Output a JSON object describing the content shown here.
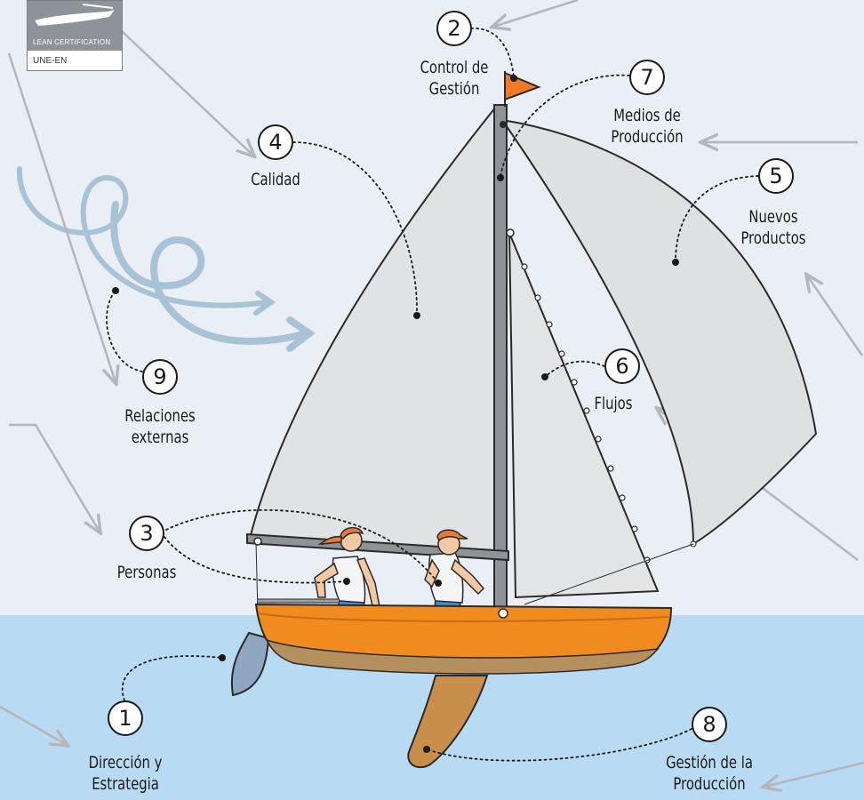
{
  "logo": {
    "certification_text": "LEAN CERTIFICATION",
    "standard_text": "UNE-EN"
  },
  "items": [
    {
      "number": "1",
      "label_lines": [
        "Dirección y",
        "Estrategia"
      ]
    },
    {
      "number": "2",
      "label_lines": [
        "Control de",
        "Gestión"
      ]
    },
    {
      "number": "3",
      "label_lines": [
        "Personas"
      ]
    },
    {
      "number": "4",
      "label_lines": [
        "Calidad"
      ]
    },
    {
      "number": "5",
      "label_lines": [
        "Nuevos",
        "Productos"
      ]
    },
    {
      "number": "6",
      "label_lines": [
        "Flujos"
      ]
    },
    {
      "number": "7",
      "label_lines": [
        "Medios de",
        "Producción"
      ]
    },
    {
      "number": "8",
      "label_lines": [
        "Gestión de la",
        "Producción"
      ]
    },
    {
      "number": "9",
      "label_lines": [
        "Relaciones",
        "externas"
      ]
    }
  ],
  "colors": {
    "sky": "#e9eff4",
    "sea": "#b8daf2",
    "hull": "#f08c1f",
    "hull_bottom": "#b4905f",
    "sail": "#e1e2e4",
    "flag": "#f07a28",
    "swirl": "#a9c3d6",
    "mast": "#8f9296"
  }
}
